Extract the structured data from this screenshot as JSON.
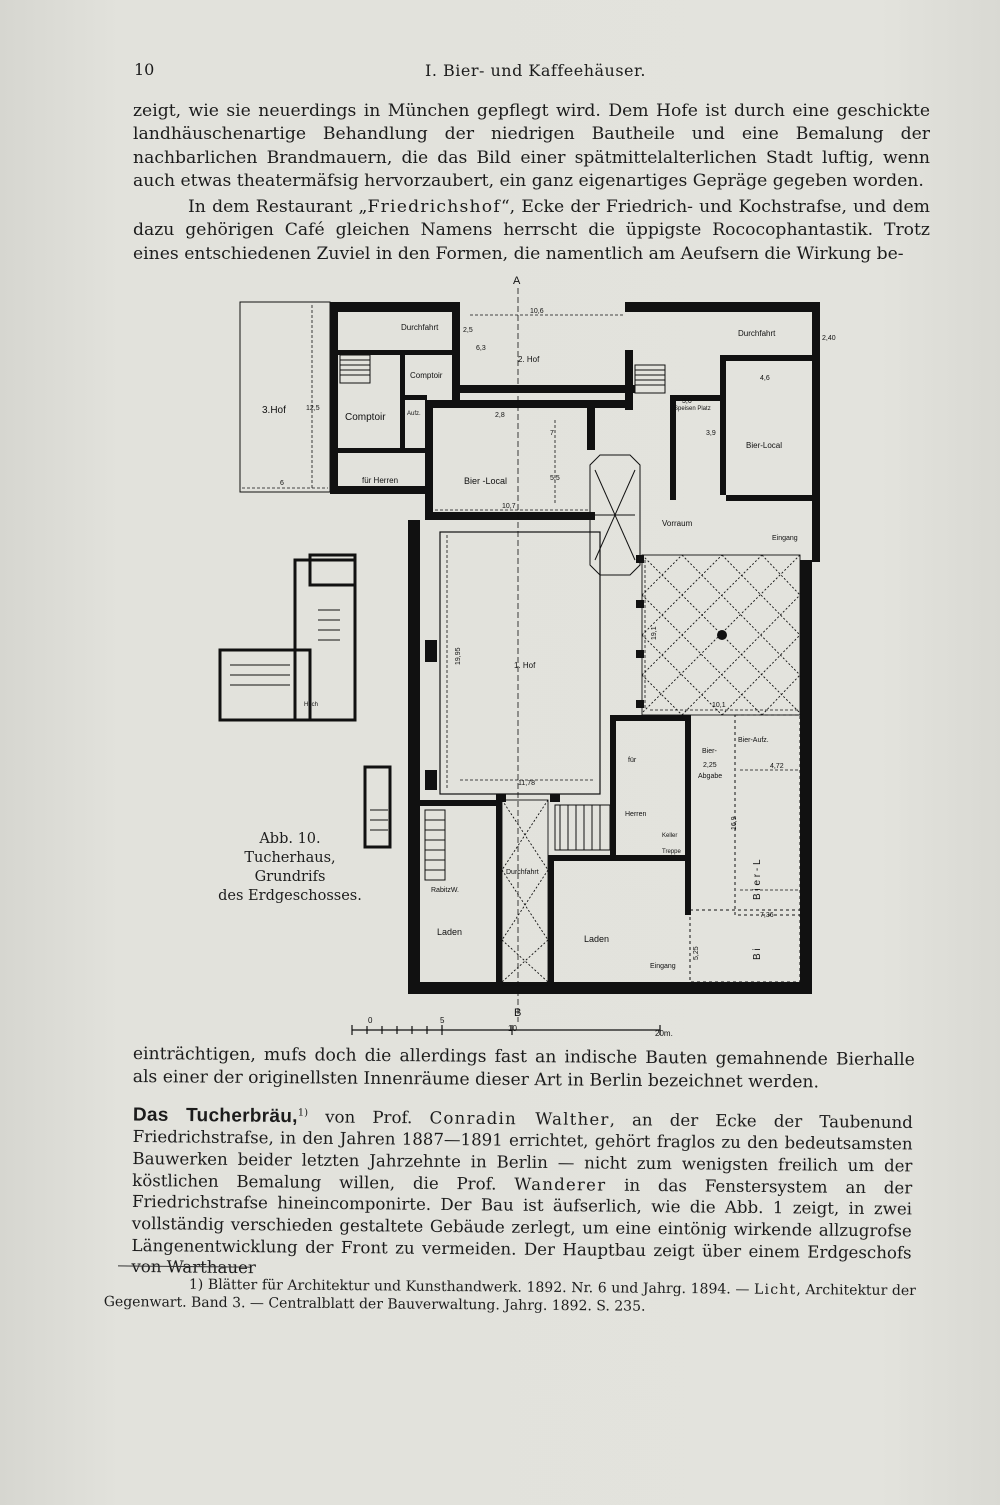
{
  "header": {
    "page_number": "10",
    "running_title": "I. Bier- und Kaffeehäuser."
  },
  "body": {
    "para1": "zeigt, wie sie neuerdings in München gepflegt wird. Dem Hofe ist durch eine geschickte landhäuschenartige Behandlung der niedrigen Bautheile und eine Bemalung der nachbarlichen Brandmauern, die das Bild einer spätmittelalterlichen Stadt luftig, wenn auch etwas theatermäfsig hervorzaubert, ein ganz eigenartiges Gepräge gegeben worden.",
    "para2_a": "In dem Restaurant „",
    "para2_name": "Friedrichshof",
    "para2_b": "“, Ecke der Friedrich- und Kochstrafse, und dem dazu gehörigen Café gleichen Namens herrscht die üppigste Rococophantastik. Trotz eines entschiedenen Zuviel in den Formen, die namentlich am Aeufsern die Wirkung be-",
    "para3": "einträchtigen, mufs doch die allerdings fast an indische Bauten gemahnende Bierhalle als einer der originellsten Innenräume dieser Art in Berlin bezeichnet werden.",
    "para4_head": "Das Tucherbräu,",
    "para4_sup": "1)",
    "para4_a": " von Prof. ",
    "para4_name1": "Conradin Walther",
    "para4_b": ", an der Ecke der Taubenund Friedrichstrafse, in den Jahren 1887—1891 errichtet, gehört fraglos zu den bedeutsamsten Bauwerken beider letzten Jahrzehnte in Berlin — nicht zum wenigsten freilich um der köstlichen Bemalung willen, die Prof. ",
    "para4_name2": "Wanderer",
    "para4_c": " in das Fenstersystem an der Friedrichstrafse hineincomponirte. Der Bau ist äufserlich, wie die Abb. 1 zeigt, in zwei vollständig verschieden gestaltete Gebäude zerlegt, um eine eintönig wirkende allzugrofse Längenentwicklung der Front zu vermeiden. Der Hauptbau zeigt über einem Erdgeschofs von Warthauer"
  },
  "footnote": {
    "text_a": "1) Blätter für Architektur und Kunsthandwerk. 1892. Nr. 6 und Jahrg. 1894. — ",
    "name": "Licht",
    "text_b": ", Architektur der Gegenwart. Band 3. — Centralblatt der Bauverwaltung. Jahrg. 1892. S. 235."
  },
  "figure": {
    "caption_line1": "Abb. 10.",
    "caption_line2": "Tucherhaus,",
    "caption_line3": "Grundrifs",
    "caption_line4": "des Erdgeschosses.",
    "labels": {
      "section_a": "A",
      "section_b": "B",
      "durchfahrt_left": "Durchfahrt",
      "durchfahrt_right": "Durchfahrt",
      "durchfahrt_center": "Durchfahrt",
      "hof2": "2. Hof",
      "hof3": "3.Hof",
      "hof1": "1. Hof",
      "comptoir_small": "Comptoir",
      "comptoir": "Comptoir",
      "aufz": "Aufz.",
      "fuer_herren_top": "für Herren",
      "bier_local_top": "Bier -Local",
      "bier_local_right": "Bier-Local",
      "speisen_platz": "Speisen Platz",
      "vorraum": "Vorraum",
      "eingang_top": "Eingang",
      "eingang_bottom": "Eingang",
      "bier_aufz": "Bier-Aufz.",
      "fuer": "für",
      "herren": "Herren",
      "bier_abgabe1": "Bier-",
      "bier_abgabe2": "Abgabe",
      "keller_treppe1": "Keller",
      "keller_treppe2": "Treppe",
      "rabitzw": "RabitzW.",
      "laden_left": "Laden",
      "laden_right": "Laden",
      "hall_vertical": "B i e r - L",
      "hall_bottom": "B i",
      "hoch": "Hoch",
      "dim_10_6": "10,6",
      "dim_2_40": "2,40",
      "dim_2_5": "2,5",
      "dim_6_3": "6,3",
      "dim_12_5": "12,5",
      "dim_6": "6",
      "dim_2_8": "2,8",
      "dim_7": "7",
      "dim_5_5": "5,5",
      "dim_10_7": "10,7",
      "dim_3_6": "3,6",
      "dim_4_6": "4,6",
      "dim_3_9": "3,9",
      "dim_19_95": "19,95",
      "dim_11_78": "11,78",
      "dim_19_1": "19,1",
      "dim_10_1": "10,1",
      "dim_2_25": "2,25",
      "dim_4_72": "4,72",
      "dim_16_9": "16,9",
      "dim_7_36": "7,36",
      "dim_5_25": "5,25",
      "scale_0": "0",
      "scale_5": "5",
      "scale_10": "10",
      "scale_20": "20m."
    }
  }
}
